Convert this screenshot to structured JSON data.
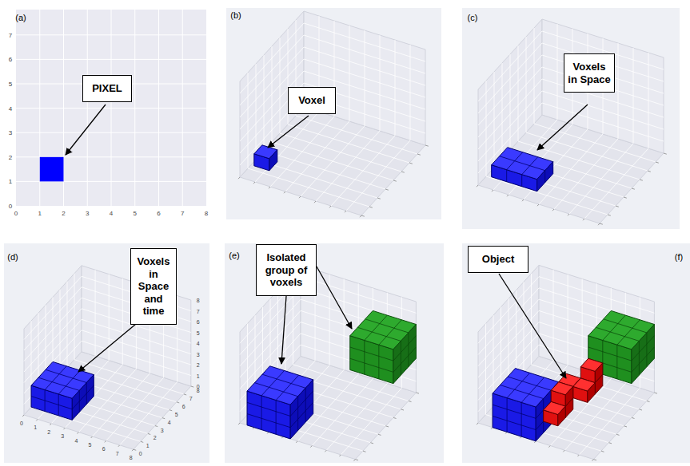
{
  "diagram": {
    "nodes": [
      {
        "text": [
          "PIXEL"
        ]
      },
      {
        "text": [
          "Voxel"
        ]
      },
      {
        "text": [
          "Voxels in Space"
        ]
      },
      {
        "text": [
          "Voxels in Space and time"
        ]
      },
      {
        "text": [
          "Isolated group of voxels"
        ]
      },
      {
        "text": [
          "Object"
        ]
      }
    ],
    "labels": [
      "(a)",
      "(b)",
      "(c)",
      "(d)",
      "(e)",
      "(f)",
      "0",
      "1",
      "2",
      "3",
      "4",
      "5",
      "6",
      "7",
      "8",
      "0",
      "1",
      "2",
      "3",
      "4",
      "5",
      "6",
      "7",
      "0",
      "1",
      "2",
      "3",
      "4",
      "5",
      "6",
      "7",
      "8",
      "0",
      "1",
      "2",
      "3",
      "4",
      "5",
      "6",
      "7",
      "8",
      "0",
      "1",
      "2",
      "3",
      "4",
      "5",
      "6",
      "7",
      "8"
    ]
  }
}
